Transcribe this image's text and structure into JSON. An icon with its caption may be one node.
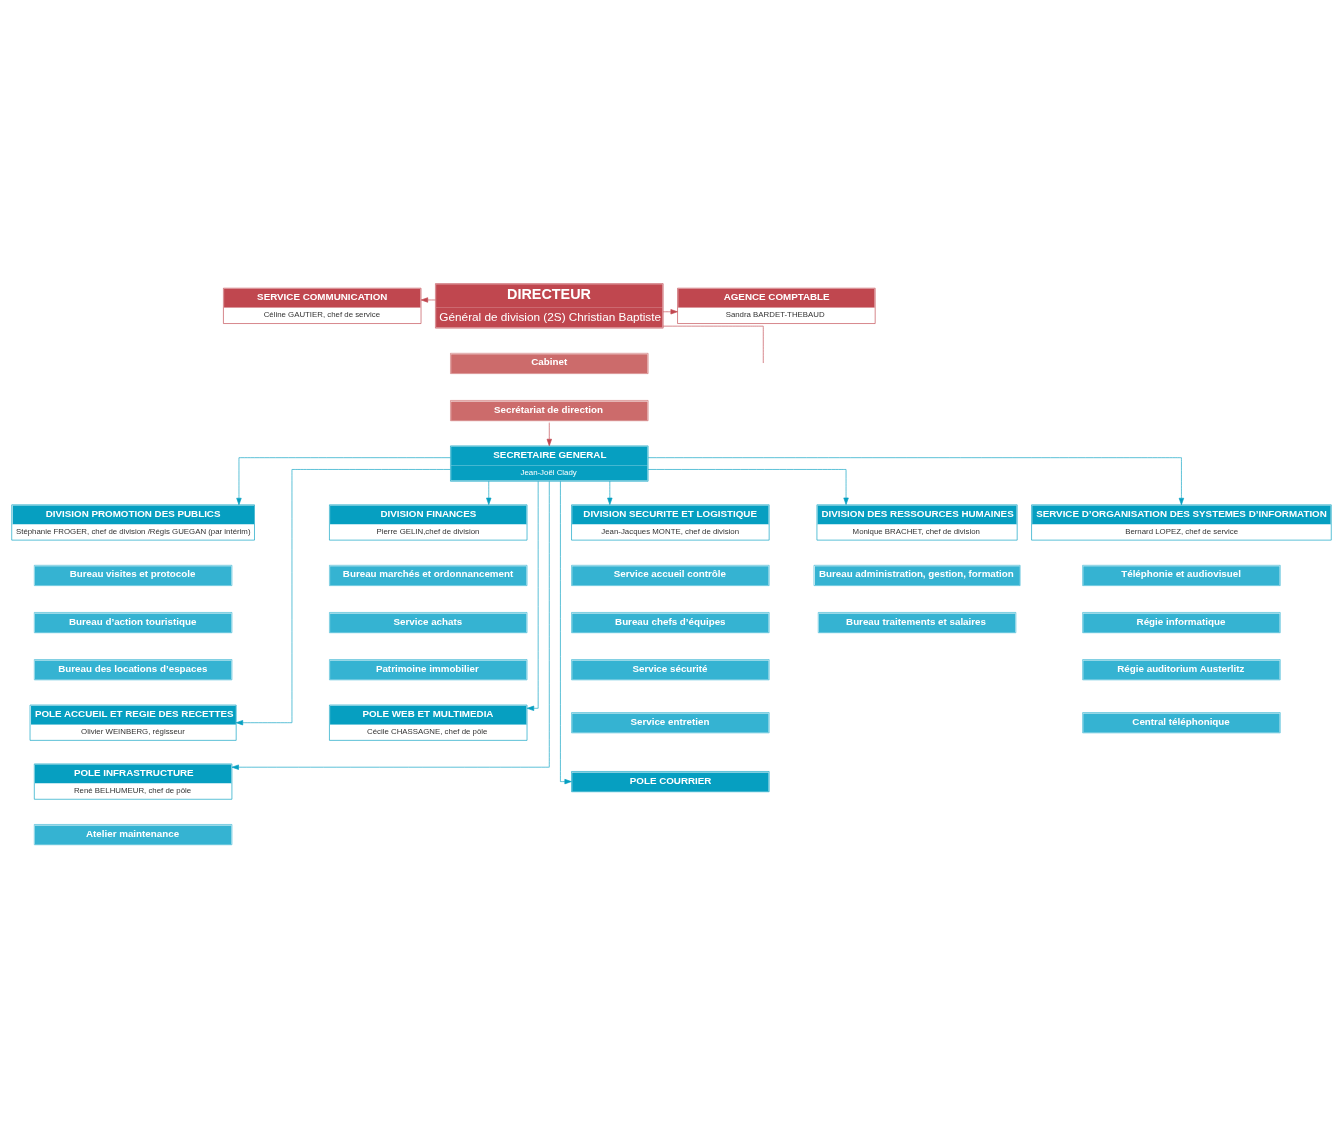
{
  "diagram": {
    "nodes": [
      {
        "text": [
          "DIRECTEUR",
          "Général de division (2S) Christian Baptiste"
        ]
      },
      {
        "text": [
          "Cabinet"
        ]
      },
      {
        "text": [
          "Secrétariat de direction"
        ]
      },
      {
        "text": [
          "SERVICE COMMUNICATION",
          "Céline GAUTIER, chef de service"
        ]
      },
      {
        "text": [
          "AGENCE COMPTABLE",
          "Sandra BARDET-THEBAUD"
        ]
      },
      {
        "text": [
          "SECRETAIRE GENERAL",
          "Jean-Joël Clady"
        ]
      },
      {
        "text": [
          "DIVISION PROMOTION DES PUBLICS",
          "Stéphanie FROGER, chef de division /Régis GUEGAN (par intérim)"
        ]
      },
      {
        "text": [
          "Bureau visites et protocole"
        ]
      },
      {
        "text": [
          "Bureau d’action touristique"
        ]
      },
      {
        "text": [
          "Bureau des locations d’espaces"
        ]
      },
      {
        "text": [
          "POLE ACCUEIL ET REGIE DES RECETTES",
          "Olivier WEINBERG, régisseur"
        ]
      },
      {
        "text": [
          "POLE INFRASTRUCTURE",
          "René BELHUMEUR, chef de pôle"
        ]
      },
      {
        "text": [
          "Atelier maintenance"
        ]
      },
      {
        "text": [
          "DIVISION FINANCES",
          "Pierre GELIN,chef de division"
        ]
      },
      {
        "text": [
          "Bureau marchés et ordonnancement"
        ]
      },
      {
        "text": [
          "Service achats"
        ]
      },
      {
        "text": [
          "Patrimoine immobilier"
        ]
      },
      {
        "text": [
          "POLE WEB ET MULTIMEDIA",
          "Cécile CHASSAGNE, chef de pôle"
        ]
      },
      {
        "text": [
          "DIVISION SECURITE ET LOGISTIQUE",
          "Jean-Jacques MONTE, chef de division"
        ]
      },
      {
        "text": [
          "Service accueil contrôle"
        ]
      },
      {
        "text": [
          "Bureau chefs d’équipes"
        ]
      },
      {
        "text": [
          "Service sécurité"
        ]
      },
      {
        "text": [
          "Service entretien"
        ]
      },
      {
        "text": [
          "POLE COURRIER"
        ]
      },
      {
        "text": [
          "DIVISION DES RESSOURCES HUMAINES",
          "Monique BRACHET, chef de division"
        ]
      },
      {
        "text": [
          "Bureau administration, gestion, formation"
        ]
      },
      {
        "text": [
          "Bureau traitements et salaires"
        ]
      },
      {
        "text": [
          "SERVICE D’ORGANISATION DES SYSTEMES D’INFORMATION",
          "Bernard LOPEZ, chef de service"
        ]
      },
      {
        "text": [
          "Téléphonie et audiovisuel"
        ]
      },
      {
        "text": [
          "Régie informatique"
        ]
      },
      {
        "text": [
          "Régie auditorium Austerlitz"
        ]
      },
      {
        "text": [
          "Central téléphonique"
        ]
      }
    ],
    "edges": [
      {
        "from": 0,
        "to": 3,
        "arrow": "to",
        "color": "#c0474f"
      },
      {
        "from": 0,
        "to": 4,
        "arrow": "to",
        "color": "#c0474f"
      },
      {
        "from": 0,
        "to": null,
        "arrow": "none",
        "color": "#c0474f"
      },
      {
        "from": 2,
        "to": 5,
        "arrow": "to",
        "color": "#c0474f"
      },
      {
        "from": 5,
        "to": 6,
        "arrow": "to"
      },
      {
        "from": 5,
        "to": 10,
        "arrow": "to"
      },
      {
        "from": 5,
        "to": 11,
        "arrow": "to"
      },
      {
        "from": 5,
        "to": 13,
        "arrow": "to"
      },
      {
        "from": 5,
        "to": 18,
        "arrow": "to"
      },
      {
        "from": 5,
        "to": 17,
        "arrow": "to"
      },
      {
        "from": 5,
        "to": 23,
        "arrow": "to"
      },
      {
        "from": 5,
        "to": 24,
        "arrow": "to"
      },
      {
        "from": 5,
        "to": 27,
        "arrow": "to"
      }
    ]
  }
}
